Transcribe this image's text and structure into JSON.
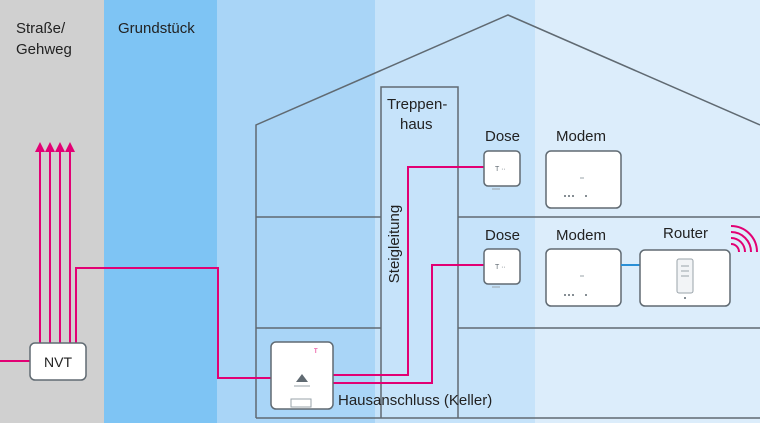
{
  "zones": {
    "street": {
      "label_line1": "Straße/",
      "label_line2": "Gehweg",
      "color": "#d0d0d0"
    },
    "plot": {
      "label": "Grundstück",
      "color": "#7ec4f4"
    },
    "band3": {
      "color": "#a9d5f7"
    },
    "band4": {
      "color": "#c6e3fa"
    },
    "band5": {
      "color": "#dcedfb"
    },
    "band6": {
      "color": "#eaf4fd"
    }
  },
  "labels": {
    "treppenhaus_line1": "Treppen-",
    "treppenhaus_line2": "haus",
    "steigleitung": "Steigleitung",
    "dose_upper": "Dose",
    "modem_upper": "Modem",
    "dose_lower": "Dose",
    "modem_lower": "Modem",
    "router": "Router",
    "nvt": "NVT",
    "hausanschluss": "Hausanschluss (Keller)"
  },
  "colors": {
    "fiber": "#e20074",
    "lan": "#2a8fd6",
    "wall": "#606a72"
  }
}
